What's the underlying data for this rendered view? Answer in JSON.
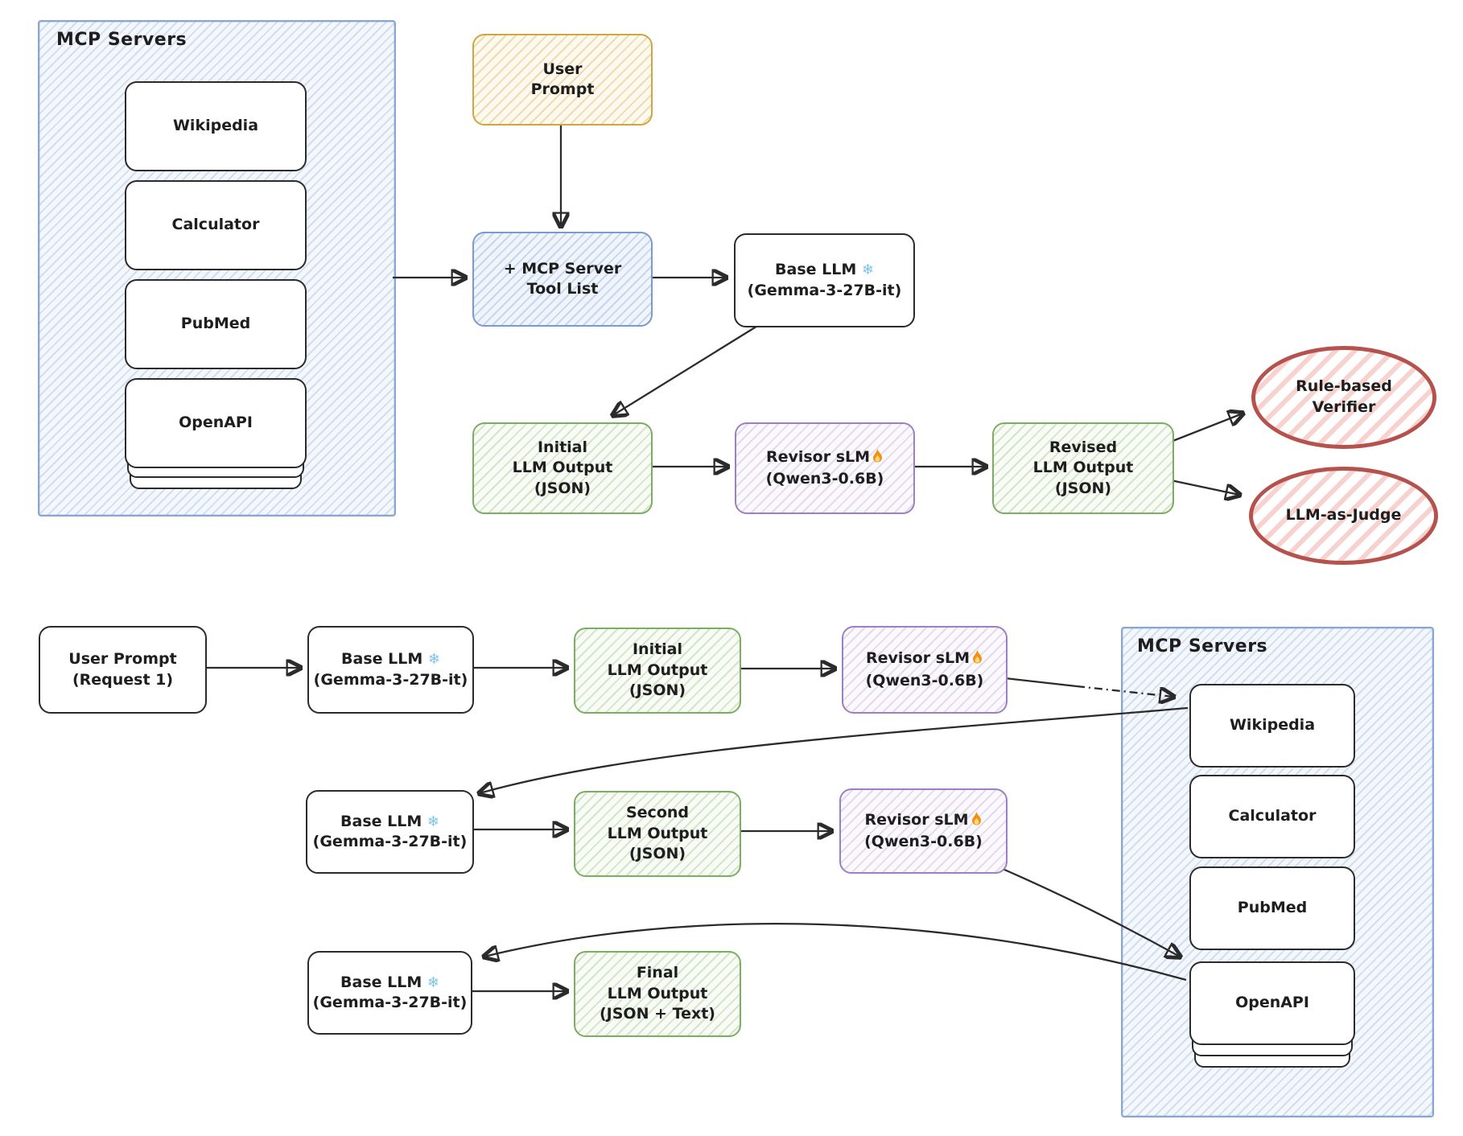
{
  "top": {
    "mcp_panel": {
      "title": "MCP Servers",
      "servers": [
        "Wikipedia",
        "Calculator",
        "PubMed",
        "OpenAPI"
      ]
    },
    "user_prompt": {
      "line1": "User",
      "line2": "Prompt"
    },
    "tool_list": {
      "line1": "+ MCP Server",
      "line2": "Tool List"
    },
    "base_llm": {
      "name": "Base LLM",
      "model": "(Gemma-3-27B-it)"
    },
    "initial_output": {
      "line1": "Initial",
      "line2": "LLM Output",
      "line3": "(JSON)"
    },
    "revisor": {
      "name": "Revisor sLM",
      "model": "(Qwen3-0.6B)"
    },
    "revised_output": {
      "line1": "Revised",
      "line2": "LLM Output",
      "line3": "(JSON)"
    },
    "verifier": {
      "line1": "Rule-based",
      "line2": "Verifier"
    },
    "judge": {
      "label": "LLM-as-Judge"
    }
  },
  "bottom": {
    "user_prompt": {
      "line1": "User Prompt",
      "line2": "(Request 1)"
    },
    "base_llm": {
      "name": "Base LLM",
      "model": "(Gemma-3-27B-it)"
    },
    "revisor": {
      "name": "Revisor sLM",
      "model": "(Qwen3-0.6B)"
    },
    "initial_output": {
      "line1": "Initial",
      "line2": "LLM Output",
      "line3": "(JSON)"
    },
    "second_output": {
      "line1": "Second",
      "line2": "LLM Output",
      "line3": "(JSON)"
    },
    "final_output": {
      "line1": "Final",
      "line2": "LLM Output",
      "line3": "(JSON + Text)"
    },
    "mcp_panel": {
      "title": "MCP Servers",
      "servers": [
        "Wikipedia",
        "Calculator",
        "PubMed",
        "OpenAPI"
      ]
    }
  },
  "icons": {
    "snowflake_char": "❄",
    "flame_icon": "flame",
    "snowflake_icon": "snowflake"
  },
  "colors": {
    "panel_blue_border": "#8aa6d2",
    "box_blue_border": "#7a9ad0",
    "yellow_border": "#d0a63e",
    "green_border": "#7aaf60",
    "purple_border": "#9d80c3",
    "red_border": "#b5524e",
    "black_stroke": "#2b2b2b",
    "snowflake_blue": "#7cc4ec",
    "flame_orange": "#f4900c"
  }
}
